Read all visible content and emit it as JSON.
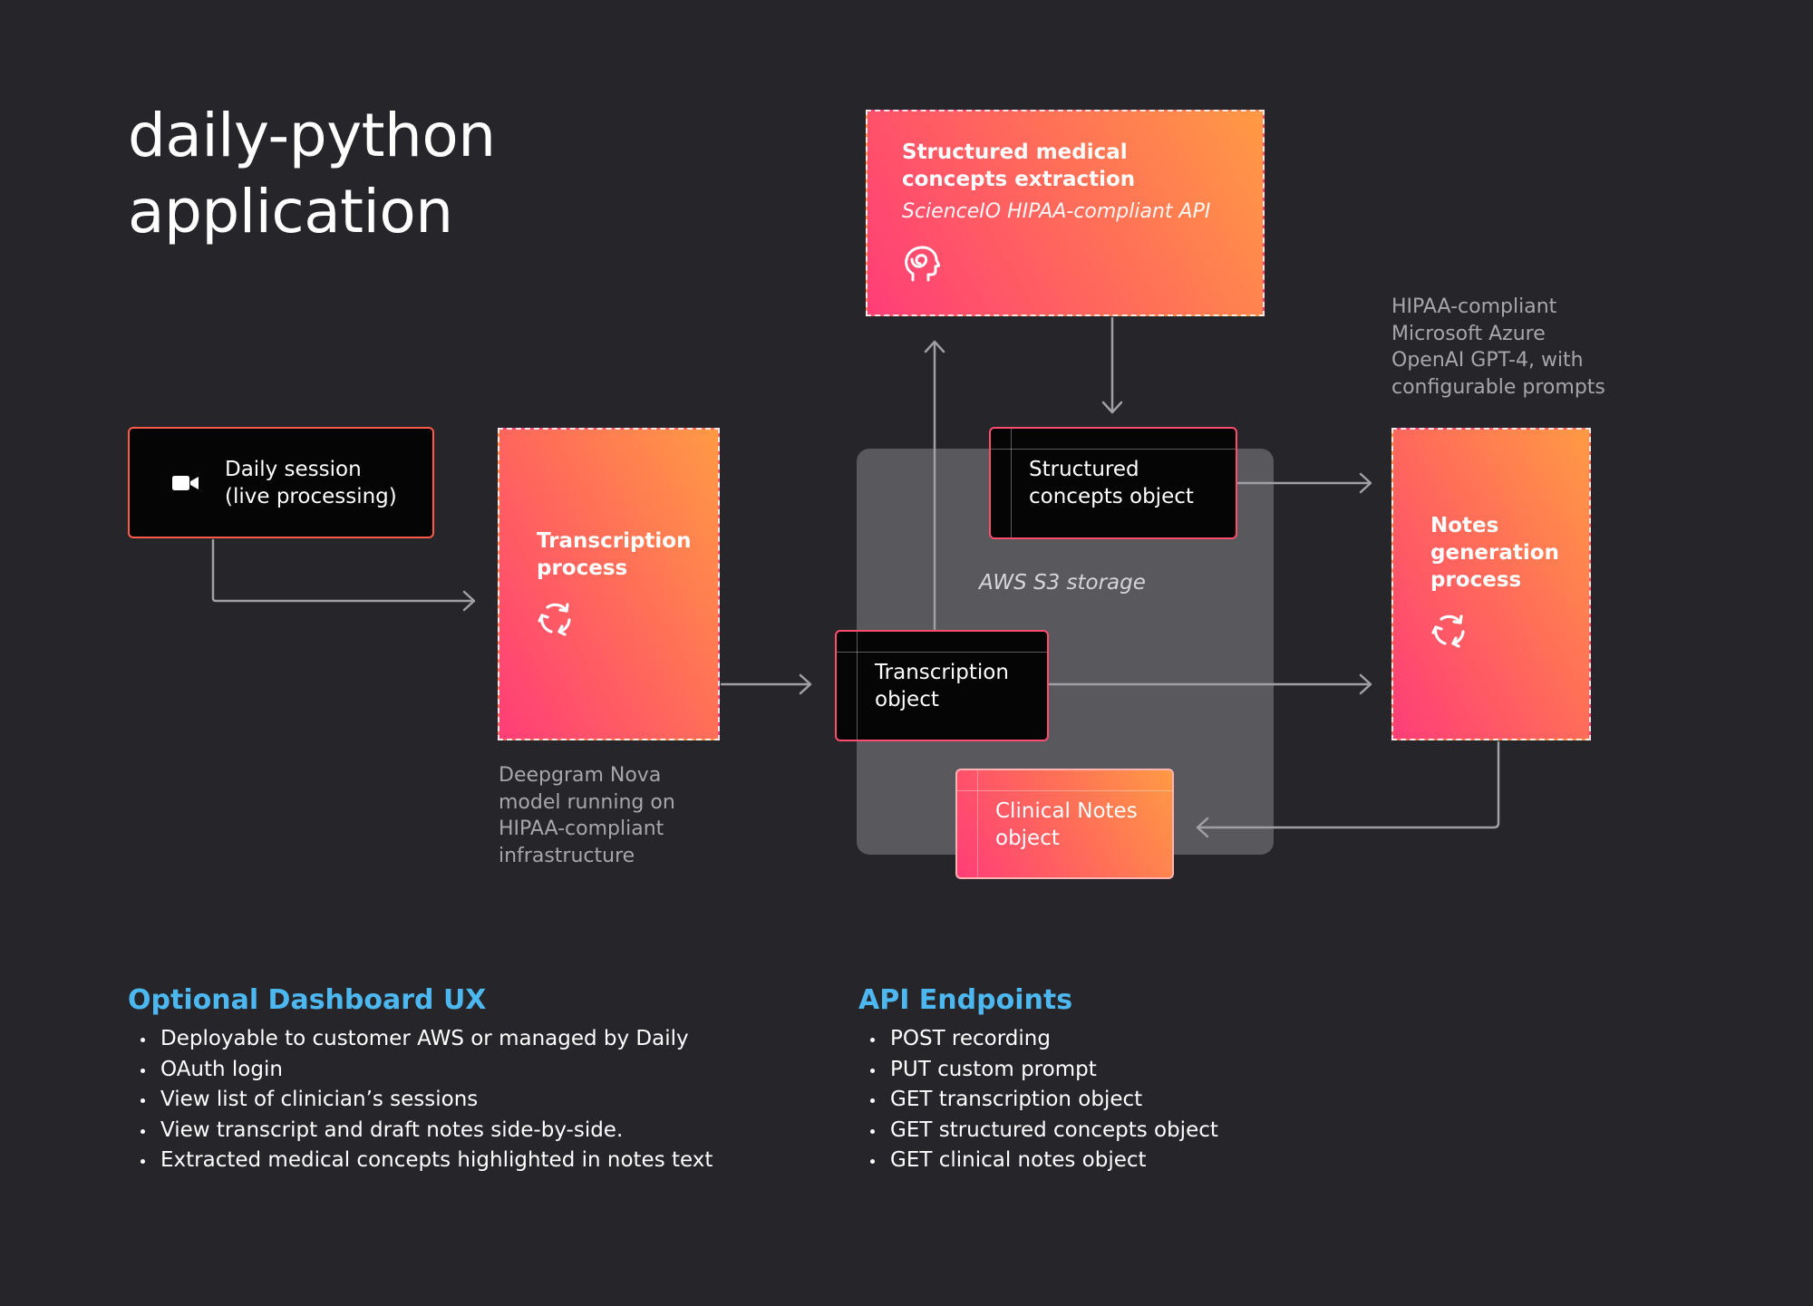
{
  "title": {
    "line1": "daily-python",
    "line2": "application"
  },
  "nodes": {
    "daily_session": {
      "line1": "Daily session",
      "line2": "(live processing)",
      "icon": "video-camera-icon"
    },
    "transcription_process": {
      "line1": "Transcription",
      "line2": "process",
      "icon": "refresh-icon"
    },
    "extraction": {
      "line1": "Structured medical",
      "line2": "concepts extraction",
      "subtitle": "ScienceIO HIPAA-compliant API",
      "icon": "brain-head-icon"
    },
    "storage_label": "AWS S3 storage",
    "structured_concepts_object": {
      "line1": "Structured",
      "line2": "concepts object"
    },
    "transcription_object": {
      "line1": "Transcription",
      "line2": "object"
    },
    "clinical_notes_object": {
      "line1": "Clinical Notes",
      "line2": "object"
    },
    "notes_process": {
      "line1": "Notes",
      "line2": "generation",
      "line3": "process",
      "icon": "refresh-icon"
    }
  },
  "annotations": {
    "deepgram": [
      "Deepgram Nova",
      "model running on",
      "HIPAA-compliant",
      "infrastructure"
    ],
    "azure": [
      "HIPAA-compliant",
      "Microsoft Azure",
      "OpenAI GPT-4, with",
      "configurable prompts"
    ]
  },
  "dashboard": {
    "heading": "Optional Dashboard UX",
    "items": [
      "Deployable to customer AWS or managed by Daily",
      "OAuth login",
      "View list of clinician’s sessions",
      "View transcript and draft notes side-by-side.",
      "Extracted medical concepts highlighted in notes text"
    ]
  },
  "api": {
    "heading": "API Endpoints",
    "items": [
      "POST recording",
      "PUT custom prompt",
      "GET transcription object",
      "GET structured concepts object",
      "GET clinical notes object"
    ]
  },
  "colors": {
    "background": "#26262a",
    "gradient_start": "#ff3d78",
    "gradient_end": "#ff9a44",
    "storage": "#58585d",
    "heading_blue": "#4db8f0",
    "annotation_gray": "#a7a7ab",
    "arrow_gray": "#a0a0a4"
  }
}
